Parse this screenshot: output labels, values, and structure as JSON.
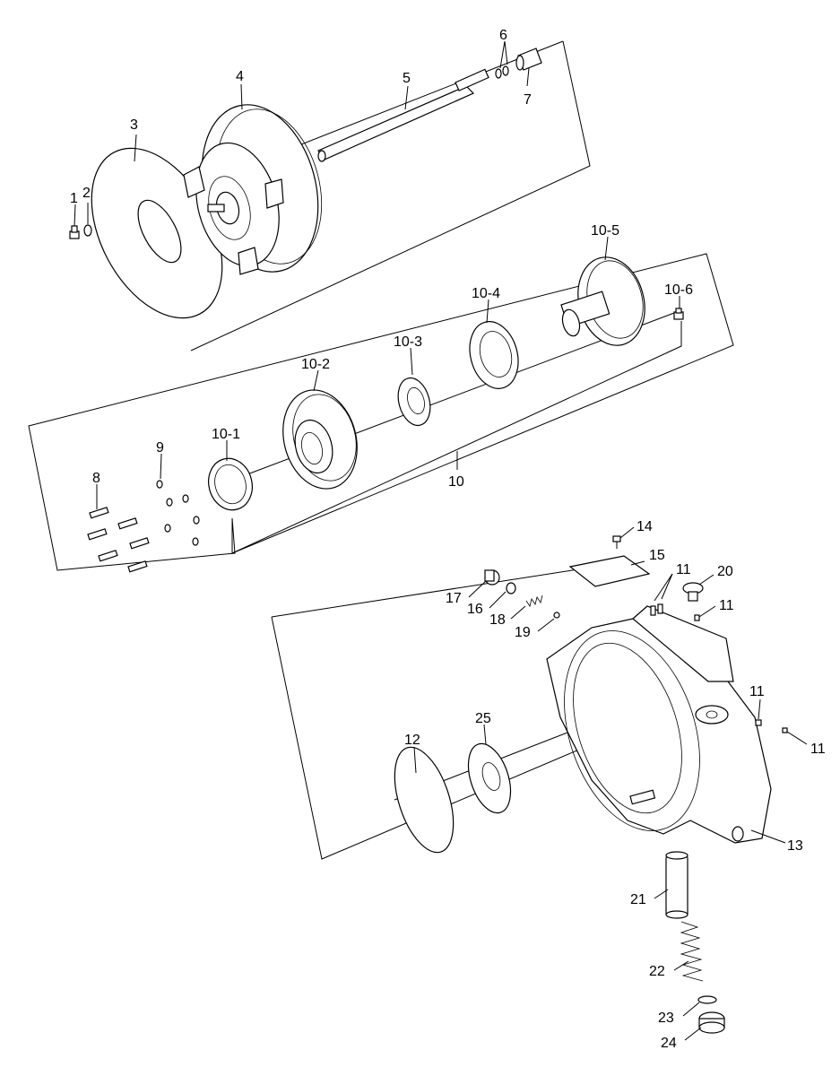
{
  "labels": {
    "p1": "1",
    "p2": "2",
    "p3": "3",
    "p4": "4",
    "p5": "5",
    "p6": "6",
    "p7": "7",
    "p8": "8",
    "p9": "9",
    "p10": "10",
    "p10_1": "10-1",
    "p10_2": "10-2",
    "p10_3": "10-3",
    "p10_4": "10-4",
    "p10_5": "10-5",
    "p10_6": "10-6",
    "p11a": "11",
    "p11b": "11",
    "p11c": "11",
    "p11d": "11",
    "p12": "12",
    "p13": "13",
    "p14": "14",
    "p15": "15",
    "p16": "16",
    "p17": "17",
    "p18": "18",
    "p19": "19",
    "p20": "20",
    "p21": "21",
    "p22": "22",
    "p23": "23",
    "p24": "24",
    "p25": "25"
  }
}
